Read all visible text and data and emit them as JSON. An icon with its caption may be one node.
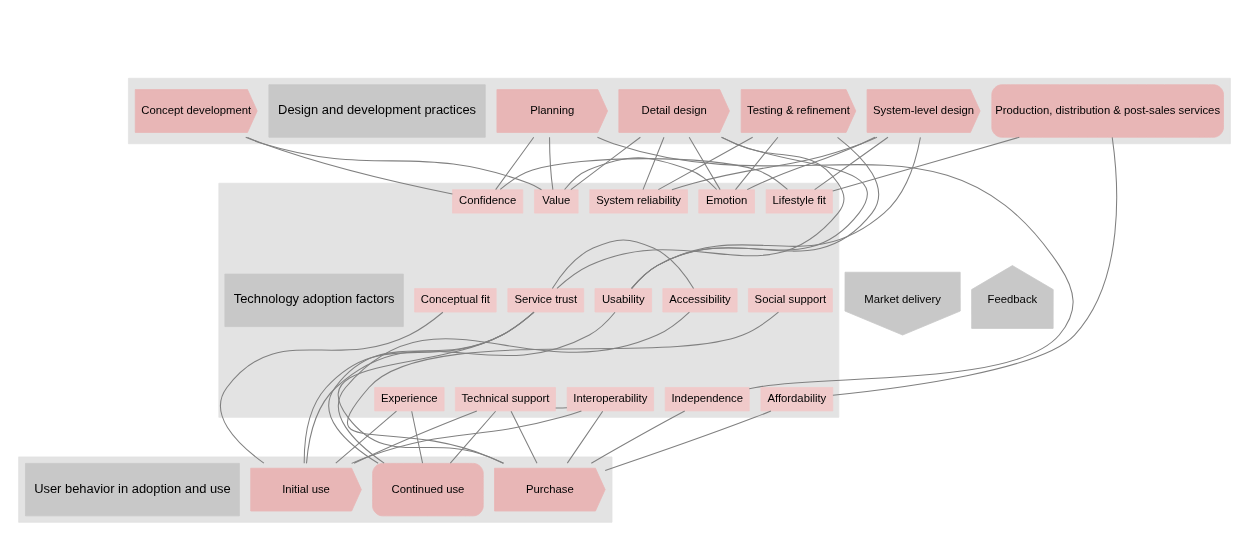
{
  "diagram": {
    "nodes": [
      {
        "text": [
          "Design and development practices"
        ]
      },
      {
        "text": [
          "Planning"
        ],
        "in": 0
      },
      {
        "text": [
          "Concept development"
        ],
        "in": 0
      },
      {
        "text": [
          "System-level design"
        ],
        "in": 0
      },
      {
        "text": [
          "Detail design"
        ],
        "in": 0
      },
      {
        "text": [
          "Testing & refinement"
        ],
        "in": 0
      },
      {
        "text": [
          "Production, distribution & post-sales services"
        ],
        "in": 0
      },
      {
        "text": [
          "Technology adoption factors"
        ]
      },
      {
        "text": [
          "Value"
        ],
        "in": 7
      },
      {
        "text": [
          "Emotion"
        ],
        "in": 7
      },
      {
        "text": [
          "Confidence"
        ],
        "in": 7
      },
      {
        "text": [
          "Lifestyle fit"
        ],
        "in": 7
      },
      {
        "text": [
          "System reliability"
        ],
        "in": 7
      },
      {
        "text": [
          "Social support"
        ],
        "in": 7
      },
      {
        "text": [
          "Conceptual fit"
        ],
        "in": 7
      },
      {
        "text": [
          "Usability"
        ],
        "in": 7
      },
      {
        "text": [
          "Service trust"
        ],
        "in": 7
      },
      {
        "text": [
          "Accessibility"
        ],
        "in": 7
      },
      {
        "text": [
          "Independence"
        ],
        "in": 7
      },
      {
        "text": [
          "Interoperability"
        ],
        "in": 7
      },
      {
        "text": [
          "Technical support"
        ],
        "in": 7
      },
      {
        "text": [
          "Experience"
        ],
        "in": 7
      },
      {
        "text": [
          "Affordability"
        ],
        "in": 7
      },
      {
        "text": [
          "User behavior in adoption and use"
        ]
      },
      {
        "text": [
          "Purchase"
        ],
        "in": 23
      },
      {
        "text": [
          "Initial use"
        ],
        "in": 23
      },
      {
        "text": [
          "Continued use"
        ],
        "in": 23
      },
      {
        "text": [
          "Market delivery"
        ]
      },
      {
        "text": [
          "Feedback"
        ]
      }
    ],
    "edges": [
      {
        "from": 1,
        "to": 8,
        "arrow": "none"
      },
      {
        "from": 1,
        "to": 18,
        "arrow": "none"
      },
      {
        "from": 1,
        "to": 10,
        "arrow": "none"
      },
      {
        "from": 2,
        "to": 8,
        "arrow": "none"
      },
      {
        "from": 2,
        "to": 10,
        "arrow": "none"
      },
      {
        "from": 3,
        "to": 9,
        "arrow": "none"
      },
      {
        "from": 3,
        "to": 15,
        "arrow": "none"
      },
      {
        "from": 3,
        "to": 11,
        "arrow": "none"
      },
      {
        "from": 3,
        "to": 12,
        "arrow": "none"
      },
      {
        "from": 4,
        "to": 8,
        "arrow": "none"
      },
      {
        "from": 4,
        "to": 9,
        "arrow": "none"
      },
      {
        "from": 4,
        "to": 15,
        "arrow": "none"
      },
      {
        "from": 4,
        "to": 16,
        "arrow": "none"
      },
      {
        "from": 4,
        "to": 12,
        "arrow": "none"
      },
      {
        "from": 5,
        "to": 9,
        "arrow": "none"
      },
      {
        "from": 5,
        "to": 15,
        "arrow": "none"
      },
      {
        "from": 5,
        "to": 12,
        "arrow": "none"
      },
      {
        "from": 6,
        "to": 11,
        "arrow": "none"
      },
      {
        "from": 6,
        "to": 22,
        "arrow": "none"
      },
      {
        "from": 8,
        "to": 9,
        "arrow": "none"
      },
      {
        "from": 10,
        "to": 11,
        "arrow": "none"
      },
      {
        "from": 16,
        "to": 17,
        "arrow": "none"
      },
      {
        "from": 19,
        "to": 20,
        "arrow": "none"
      },
      {
        "from": 18,
        "to": 24,
        "arrow": "none"
      },
      {
        "from": 13,
        "to": 24,
        "arrow": "none"
      },
      {
        "from": 19,
        "to": 24,
        "arrow": "none"
      },
      {
        "from": 20,
        "to": 24,
        "arrow": "none"
      },
      {
        "from": 16,
        "to": 24,
        "arrow": "none"
      },
      {
        "from": 22,
        "to": 24,
        "arrow": "none"
      },
      {
        "from": 19,
        "to": 25,
        "arrow": "none"
      },
      {
        "from": 14,
        "to": 25,
        "arrow": "none"
      },
      {
        "from": 20,
        "to": 25,
        "arrow": "none"
      },
      {
        "from": 15,
        "to": 25,
        "arrow": "none"
      },
      {
        "from": 16,
        "to": 25,
        "arrow": "none"
      },
      {
        "from": 21,
        "to": 25,
        "arrow": "none"
      },
      {
        "from": 20,
        "to": 26,
        "arrow": "none"
      },
      {
        "from": 21,
        "to": 26,
        "arrow": "none"
      },
      {
        "from": 17,
        "to": 26,
        "arrow": "none"
      },
      {
        "from": 16,
        "to": 26,
        "arrow": "none"
      }
    ]
  }
}
